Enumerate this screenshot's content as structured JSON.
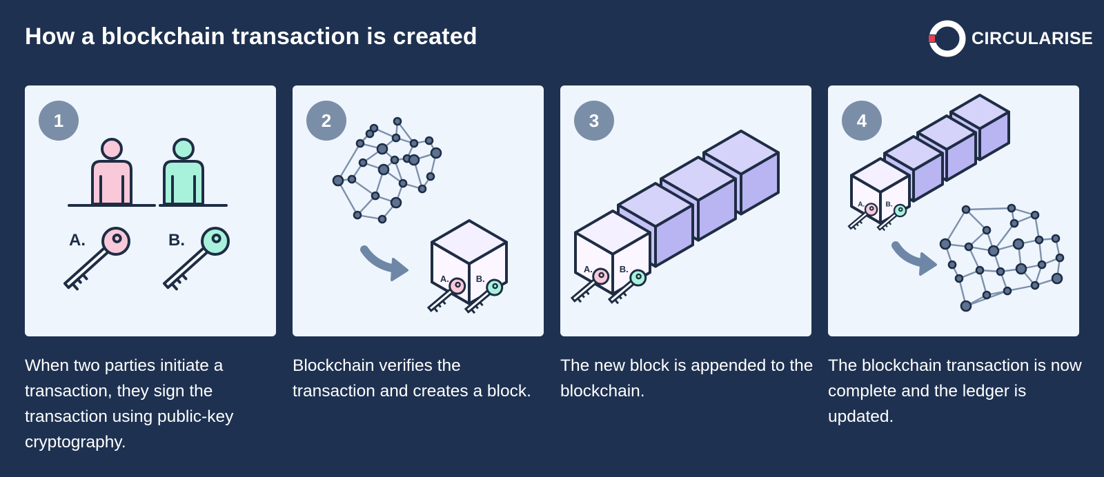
{
  "header": {
    "title": "How a blockchain transaction is created"
  },
  "brand": {
    "name": "CIRCULARISE",
    "accent": "#e8404d"
  },
  "colors": {
    "background": "#1e3150",
    "panel": "#eef5fd",
    "badge": "#7b8ea8",
    "party_a": "#f9c9d9",
    "party_b": "#a8f2dc",
    "block_fill": "#c6c2f7",
    "outline": "#1e2d44"
  },
  "steps": [
    {
      "number": "1",
      "caption": "When two parties initiate a transaction, they sign the transaction using public-key cryptography.",
      "key_a": "A.",
      "key_b": "B."
    },
    {
      "number": "2",
      "caption": "Blockchain verifies the transaction and creates a block.",
      "key_a": "A.",
      "key_b": "B."
    },
    {
      "number": "3",
      "caption": "The new block is appended to the blockchain.",
      "key_a": "A.",
      "key_b": "B."
    },
    {
      "number": "4",
      "caption": "The blockchain transaction is now complete and the ledger is updated.",
      "key_a": "A.",
      "key_b": "B."
    }
  ]
}
